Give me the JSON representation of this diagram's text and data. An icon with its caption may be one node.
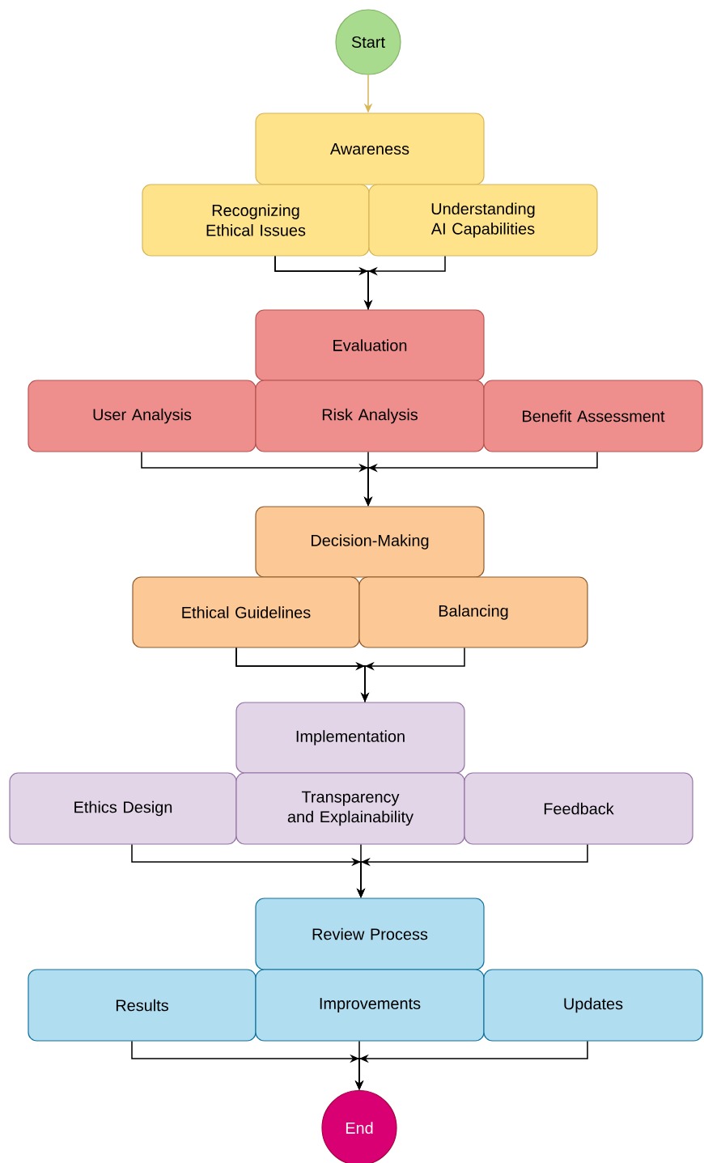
{
  "diagram": {
    "nodes": [
      {
        "text": [
          "Start"
        ]
      },
      {
        "text": [
          "Awareness"
        ]
      },
      {
        "text": [
          "Recognizing Ethical Issues"
        ]
      },
      {
        "text": [
          "Understanding AI Capabilities"
        ]
      },
      {
        "text": [
          "Evaluation"
        ]
      },
      {
        "text": [
          "User Analysis"
        ]
      },
      {
        "text": [
          "Risk Analysis"
        ]
      },
      {
        "text": [
          "Benefit Assessment"
        ]
      },
      {
        "text": [
          "Decision-Making"
        ]
      },
      {
        "text": [
          "Ethical Guidelines"
        ]
      },
      {
        "text": [
          "Balancing"
        ]
      },
      {
        "text": [
          "Implementation"
        ]
      },
      {
        "text": [
          "Ethics Design"
        ]
      },
      {
        "text": [
          "Transparency and Explainability"
        ]
      },
      {
        "text": [
          "Feedback"
        ]
      },
      {
        "text": [
          "Review Process"
        ]
      },
      {
        "text": [
          "Results"
        ]
      },
      {
        "text": [
          "Improvements"
        ]
      },
      {
        "text": [
          "Updates"
        ]
      },
      {
        "text": [
          "End"
        ]
      }
    ],
    "edges": [
      {
        "from": 0,
        "to": 1,
        "arrow": "to",
        "color": "#d6b656"
      },
      {
        "from": 2,
        "to": 4,
        "arrow": "to"
      },
      {
        "from": 3,
        "to": 4,
        "arrow": "to"
      },
      {
        "from": 5,
        "to": 8,
        "arrow": "to"
      },
      {
        "from": 6,
        "to": 8,
        "arrow": "to"
      },
      {
        "from": 7,
        "to": 8,
        "arrow": "to"
      },
      {
        "from": 9,
        "to": 11,
        "arrow": "to"
      },
      {
        "from": 10,
        "to": 11,
        "arrow": "to"
      },
      {
        "from": 12,
        "to": 15,
        "arrow": "to"
      },
      {
        "from": 13,
        "to": 15,
        "arrow": "to"
      },
      {
        "from": 14,
        "to": 15,
        "arrow": "to"
      },
      {
        "from": 16,
        "to": 19,
        "arrow": "to"
      },
      {
        "from": 17,
        "to": 19,
        "arrow": "to"
      },
      {
        "from": 18,
        "to": 19,
        "arrow": "to"
      }
    ]
  }
}
